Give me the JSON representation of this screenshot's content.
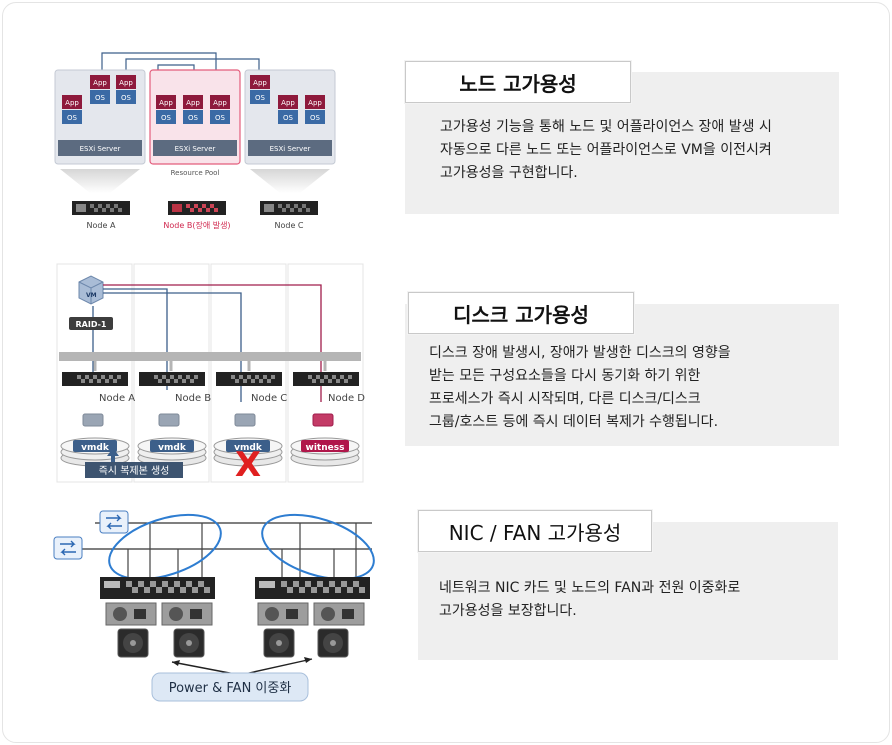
{
  "sections": [
    {
      "title": "노드 고가용성",
      "body": [
        "고가용성 기능을 통해 노드 및 어플라이언스 장애 발생 시",
        "자동으로 다른 노드 또는 어플라이언스로 VM을 이전시켜",
        "고가용성을 구현합니다."
      ]
    },
    {
      "title": "디스크 고가용성",
      "body": [
        "디스크 장애 발생시, 장애가 발생한 디스크의 영향을",
        "받는 모든 구성요소들을 다시 동기화 하기 위한",
        "프로세스가 즉시 시작되며, 다른 디스크/디스크",
        "그룹/호스트 등에 즉시 데이터 복제가 수행됩니다."
      ]
    },
    {
      "title": "NIC / FAN 고가용성",
      "body": [
        "네트워크 NIC 카드 및 노드의 FAN과 전원 이중화로",
        "고가용성을 보장합니다."
      ]
    }
  ],
  "diagram_node": {
    "app_label": "App",
    "os_label": "OS",
    "server_label": "ESXi Server",
    "pool_label": "Resource Pool",
    "nodes": [
      "Node A",
      "Node B(장애 발생)",
      "Node C"
    ]
  },
  "diagram_disk": {
    "raid_label": "RAID-1",
    "vm_label": "VM",
    "nodes": [
      "Node A",
      "Node B",
      "Node C",
      "Node D"
    ],
    "disks": [
      "vmdk",
      "vmdk",
      "vmdk",
      "witness"
    ],
    "replica_label": "즉시 복제본 생성",
    "fail_mark": "X"
  },
  "diagram_nic": {
    "redundancy_label": "Power & FAN 이중화"
  },
  "colors": {
    "app": "#8e1a3c",
    "os": "#3a6aa5",
    "server_bar": "#5c6b80",
    "failed_pool": "#e35d7c",
    "witness": "#b0164a",
    "link_blue": "#3c5f8a",
    "link_red": "#a01d4c",
    "card_bg": "#efefef",
    "ellipse": "#2e7dd1",
    "fail": "#e02020"
  }
}
